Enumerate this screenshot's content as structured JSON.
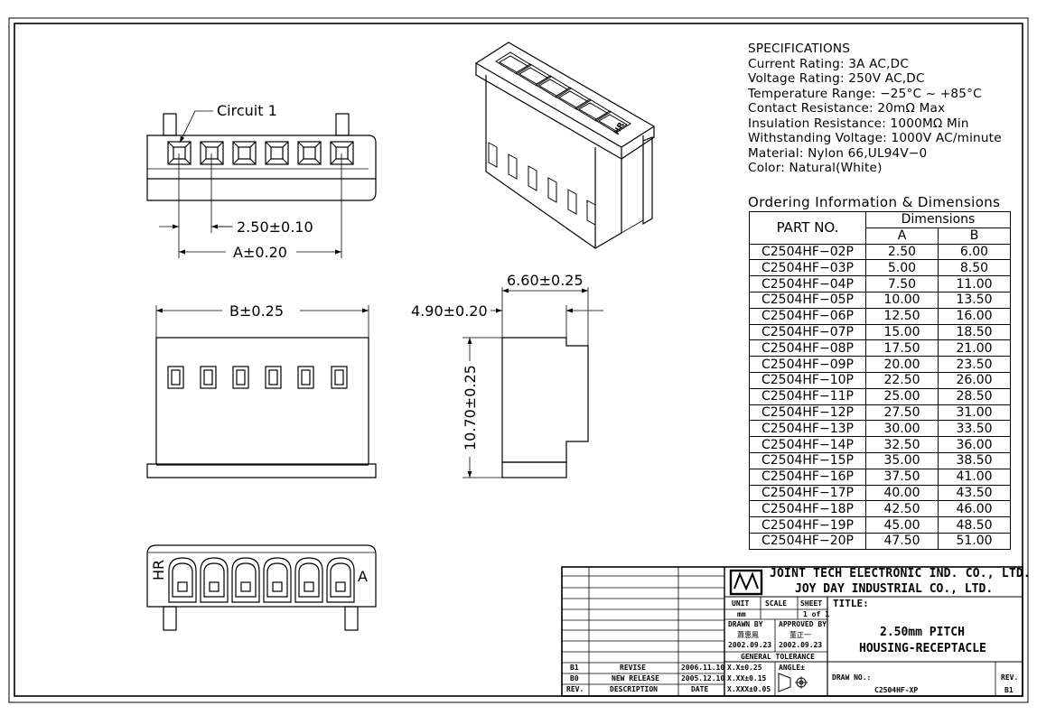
{
  "callouts": {
    "circuit": "Circuit 1",
    "pitch": "2.50±0.10",
    "dim_a": "A±0.20",
    "dim_b": "B±0.25",
    "depth_side": "6.60±0.25",
    "depth_front": "4.90±0.20",
    "height": "10.70±0.25",
    "mark_hr": "HR",
    "mark_a": "A"
  },
  "specs": {
    "heading": "SPECIFICATIONS",
    "lines": [
      "Current Rating: 3A AC,DC",
      "Voltage Rating: 250V AC,DC",
      "Temperature Range: −25°C ~ +85°C",
      "Contact Resistance: 20mΩ Max",
      "Insulation Resistance: 1000MΩ Min",
      "Withstanding Voltage: 1000V AC/minute",
      "Material: Nylon 66,UL94V−0",
      "Color: Natural(White)"
    ]
  },
  "ordering": {
    "title": "Ordering Information & Dimensions",
    "col_part": "PART NO.",
    "col_dims": "Dimensions",
    "col_a": "A",
    "col_b": "B",
    "rows": [
      [
        "C2504HF−02P",
        "2.50",
        "6.00"
      ],
      [
        "C2504HF−03P",
        "5.00",
        "8.50"
      ],
      [
        "C2504HF−04P",
        "7.50",
        "11.00"
      ],
      [
        "C2504HF−05P",
        "10.00",
        "13.50"
      ],
      [
        "C2504HF−06P",
        "12.50",
        "16.00"
      ],
      [
        "C2504HF−07P",
        "15.00",
        "18.50"
      ],
      [
        "C2504HF−08P",
        "17.50",
        "21.00"
      ],
      [
        "C2504HF−09P",
        "20.00",
        "23.50"
      ],
      [
        "C2504HF−10P",
        "22.50",
        "26.00"
      ],
      [
        "C2504HF−11P",
        "25.00",
        "28.50"
      ],
      [
        "C2504HF−12P",
        "27.50",
        "31.00"
      ],
      [
        "C2504HF−13P",
        "30.00",
        "33.50"
      ],
      [
        "C2504HF−14P",
        "32.50",
        "36.00"
      ],
      [
        "C2504HF−15P",
        "35.00",
        "38.50"
      ],
      [
        "C2504HF−16P",
        "37.50",
        "41.00"
      ],
      [
        "C2504HF−17P",
        "40.00",
        "43.50"
      ],
      [
        "C2504HF−18P",
        "42.50",
        "46.00"
      ],
      [
        "C2504HF−19P",
        "45.00",
        "48.50"
      ],
      [
        "C2504HF−20P",
        "47.50",
        "51.00"
      ]
    ]
  },
  "title_block": {
    "company_1": "JOINT TECH ELECTRONIC IND. CO., LTD.",
    "company_2": "JOY DAY INDUSTRIAL CO., LTD.",
    "unit_label": "UNIT",
    "unit_value": "mm",
    "scale_label": "SCALE",
    "sheet_label": "SHEET",
    "sheet_value": "1 of 1",
    "title_label": "TITLE:",
    "title_line_1": "2.50mm PITCH",
    "title_line_2": "HOUSING-RECEPTACLE",
    "drawn_by_label": "DRAWN BY",
    "drawn_by_name": "蕭惠鳳",
    "drawn_date": "2002.09.23",
    "approved_by_label": "APPROVED BY",
    "approved_by_name": "董正一",
    "approved_date": "2002.09.23",
    "tolerance_label": "GENERAL TOLERANCE",
    "tol_1": "X.X±0.25",
    "tol_2": "X.XX±0.15",
    "tol_3": "X.XXX±0.05",
    "angle_label": "ANGLE±",
    "drawing_no_label": "DRAW NO.:",
    "drawing_no": "C2504HF-XP",
    "rev_label": "REV.",
    "rev_value": "B1",
    "revisions": [
      {
        "rev": "B1",
        "description": "REVISE",
        "date": "2006.11.10"
      },
      {
        "rev": "B0",
        "description": "NEW RELEASE",
        "date": "2005.12.10"
      }
    ],
    "rev_col": "REV.",
    "desc_col": "DESCRIPTION",
    "date_col": "DATE"
  }
}
